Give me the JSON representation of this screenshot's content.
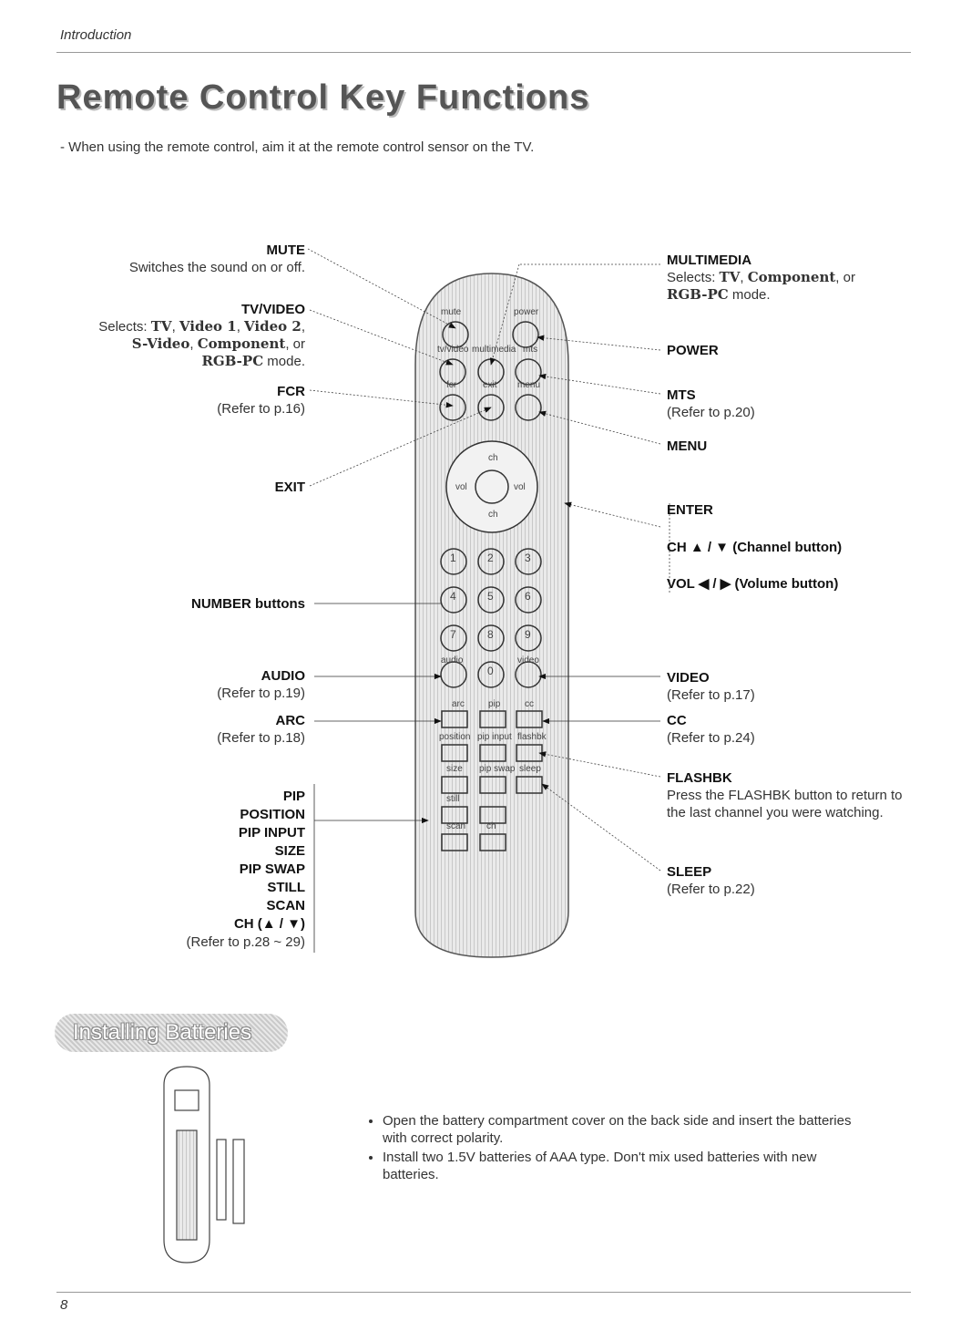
{
  "header": {
    "section": "Introduction"
  },
  "title": "Remote Control Key Functions",
  "intro": "- When using the remote control, aim it at the remote control sensor on the TV.",
  "left": {
    "mute": {
      "title": "MUTE",
      "desc": "Switches the sound on or off."
    },
    "tvvideo": {
      "title": "TV/VIDEO",
      "desc1": "Selects: ",
      "o1": "TV",
      "o2": "Video 1",
      "o3": "Video 2",
      "o4": "S-Video",
      "o5": "Component",
      "o6": "RGB-PC",
      "or": ", or",
      "mode": " mode.",
      "comma": ", "
    },
    "fcr": {
      "title": "FCR",
      "desc": "(Refer to p.16)"
    },
    "exit": {
      "title": "EXIT"
    },
    "number": {
      "title": "NUMBER buttons"
    },
    "audio": {
      "title": "AUDIO",
      "desc": "(Refer to p.19)"
    },
    "arc": {
      "title": "ARC",
      "desc": "(Refer to p.18)"
    },
    "pipgroup": {
      "items": [
        "PIP",
        "POSITION",
        "PIP INPUT",
        "SIZE",
        "PIP SWAP",
        "STILL",
        "SCAN",
        "CH (▲ / ▼)"
      ],
      "desc": "(Refer to p.28 ~ 29)"
    }
  },
  "right": {
    "multimedia": {
      "title": "MULTIMEDIA",
      "desc1": "Selects: ",
      "o1": "TV",
      "o2": "Component",
      "or": ", or",
      "o3": "RGB-PC",
      "mode": " mode."
    },
    "power": {
      "title": "POWER"
    },
    "mts": {
      "title": "MTS",
      "desc": "(Refer to p.20)"
    },
    "menu": {
      "title": "MENU"
    },
    "enter": {
      "title": "ENTER"
    },
    "ch": {
      "title": "CH ▲ / ▼  (Channel button)"
    },
    "vol": {
      "title": "VOL ◀ / ▶  (Volume button)"
    },
    "video": {
      "title": "VIDEO",
      "desc": "(Refer to p.17)"
    },
    "cc": {
      "title": "CC",
      "desc": "(Refer to p.24)"
    },
    "flashbk": {
      "title": "FLASHBK",
      "desc": "Press the FLASHBK button to return to the last channel you were watching."
    },
    "sleep": {
      "title": "SLEEP",
      "desc": "(Refer to p.22)"
    }
  },
  "remote": {
    "labels": [
      "mute",
      "power",
      "tv/video",
      "multimedia",
      "mts",
      "fcr",
      "exit",
      "menu",
      "ch",
      "vol",
      "ch",
      "vol",
      "audio",
      "video",
      "arc",
      "pip",
      "cc",
      "position",
      "pip input",
      "flashbk",
      "size",
      "pip swap",
      "sleep",
      "still",
      "scan",
      "ch"
    ],
    "digits": [
      "1",
      "2",
      "3",
      "4",
      "5",
      "6",
      "7",
      "8",
      "9",
      "0"
    ]
  },
  "batteries": {
    "heading": "Installing Batteries",
    "items": [
      "Open the battery compartment cover on the back side and insert the batteries with correct polarity.",
      "Install two 1.5V batteries of AAA type. Don't mix used batteries with new batteries."
    ]
  },
  "footer": {
    "page": "8"
  }
}
